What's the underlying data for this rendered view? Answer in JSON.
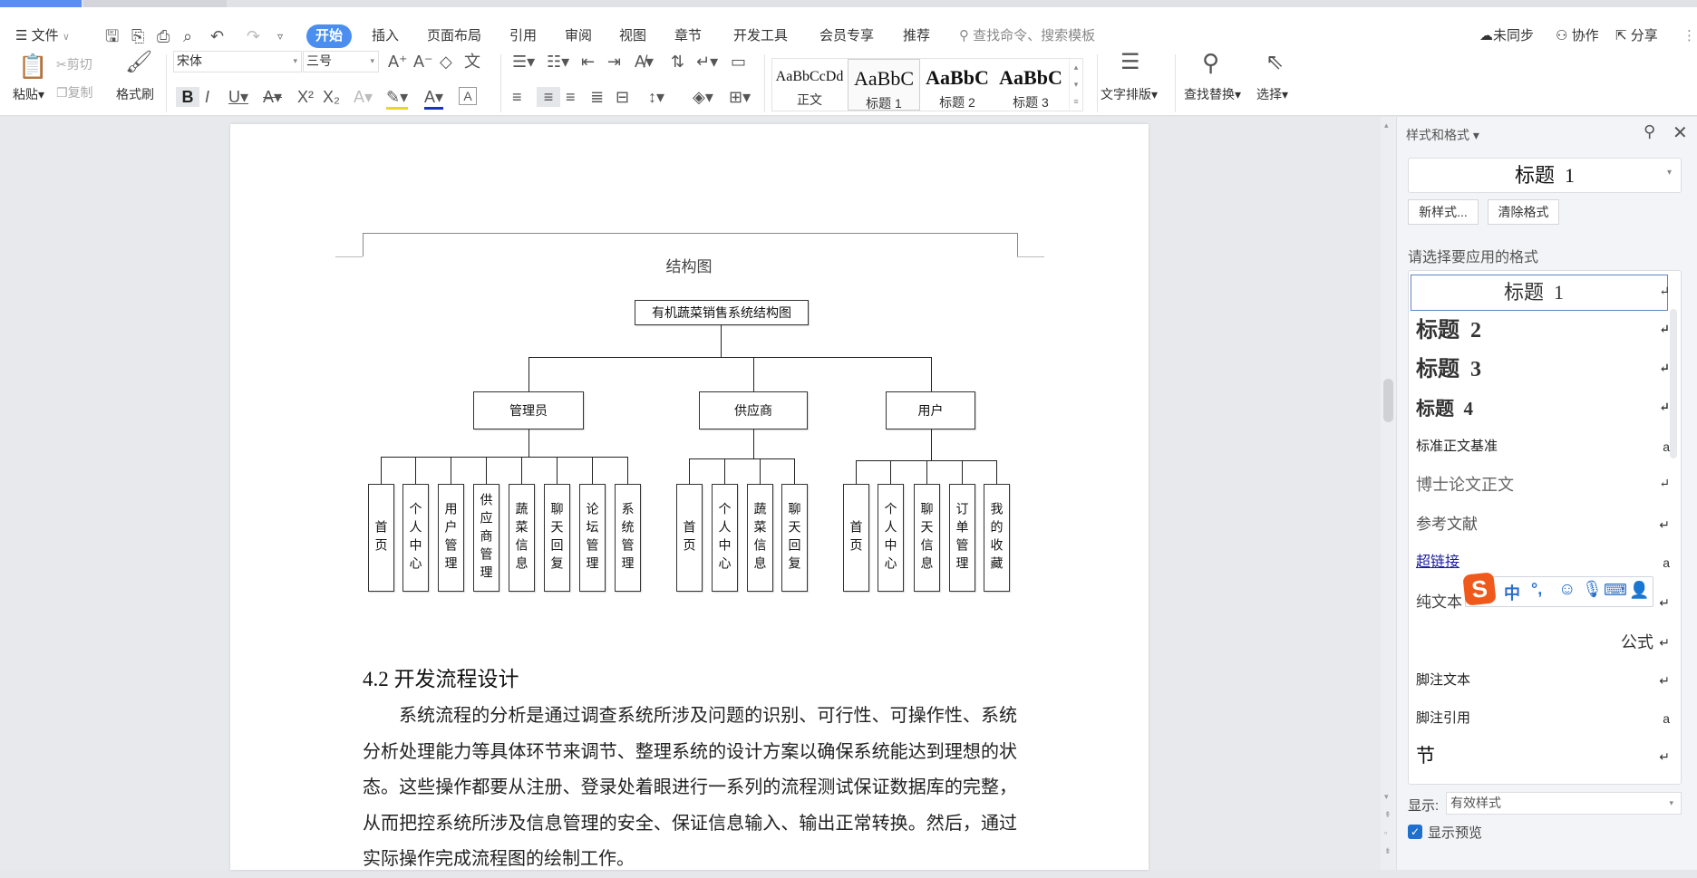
{
  "menu": {
    "file": "文件",
    "tabs": [
      "开始",
      "插入",
      "页面布局",
      "引用",
      "审阅",
      "视图",
      "章节",
      "开发工具",
      "会员专享",
      "推荐"
    ],
    "search_placeholder": "查找命令、搜索模板",
    "sync": "未同步",
    "collab": "协作",
    "share": "分享"
  },
  "toolbar": {
    "paste": "粘贴",
    "cut": "剪切",
    "copy": "复制",
    "format_painter": "格式刷",
    "font": "宋体",
    "size": "三号",
    "text_layout": "文字排版",
    "find_replace": "查找替换",
    "select": "选择",
    "styles": [
      {
        "sample": "AaBbCcDd",
        "name": "正文"
      },
      {
        "sample": "AaBbC",
        "name": "标题 1"
      },
      {
        "sample": "AaBbC",
        "name": "标题 2"
      },
      {
        "sample": "AaBbC",
        "name": "标题 3"
      }
    ]
  },
  "document": {
    "caption": "结构图",
    "diagram": {
      "root": "有机蔬菜销售系统结构图",
      "branches": [
        {
          "name": "管理员",
          "leaves": [
            "首页",
            "个人中心",
            "用户管理",
            "供应商管理",
            "蔬菜信息",
            "聊天回复",
            "论坛管理",
            "系统管理"
          ]
        },
        {
          "name": "供应商",
          "leaves": [
            "首页",
            "个人中心",
            "蔬菜信息",
            "聊天回复"
          ]
        },
        {
          "name": "用户",
          "leaves": [
            "首页",
            "个人中心",
            "聊天信息",
            "订单管理",
            "我的收藏"
          ]
        }
      ]
    },
    "heading": "4.2 开发流程设计",
    "paragraph": "系统流程的分析是通过调查系统所涉及问题的识别、可行性、可操作性、系统分析处理能力等具体环节来调节、整理系统的设计方案以确保系统能达到理想的状态。这些操作都要从注册、登录处着眼进行一系列的流程测试保证数据库的完整，从而把控系统所涉及信息管理的安全、保证信息输入、输出正常转换。然后，通过实际操作完成流程图的绘制工作。"
  },
  "panel": {
    "title": "样式和格式",
    "current_style": "标题  1",
    "new_style": "新样式...",
    "clear_format": "清除格式",
    "choose_label": "请选择要应用的格式",
    "styles": [
      {
        "name": "标题  1",
        "mark": "↵"
      },
      {
        "name": "标题  2",
        "mark": "↵"
      },
      {
        "name": "标题  3",
        "mark": "↵"
      },
      {
        "name": "标题  4",
        "mark": "↵"
      },
      {
        "name": "标准正文基准",
        "mark": "a"
      },
      {
        "name": "博士论文正文",
        "mark": "↵"
      },
      {
        "name": "参考文献",
        "mark": "↵"
      },
      {
        "name": "超链接",
        "mark": "a"
      },
      {
        "name": "纯文本",
        "mark": "↵"
      },
      {
        "name": "公式",
        "mark": "↵"
      },
      {
        "name": "脚注文本",
        "mark": "↵"
      },
      {
        "name": "脚注引用",
        "mark": "a"
      },
      {
        "name": "节",
        "mark": "↵"
      }
    ],
    "show_label": "显示:",
    "show_value": "有效样式",
    "preview_label": "显示预览",
    "preview_checked": true
  },
  "ime": {
    "mode": "中",
    "punct": "°,"
  },
  "colors": {
    "accent": "#4a8ef0",
    "link": "#1a1aa6"
  }
}
